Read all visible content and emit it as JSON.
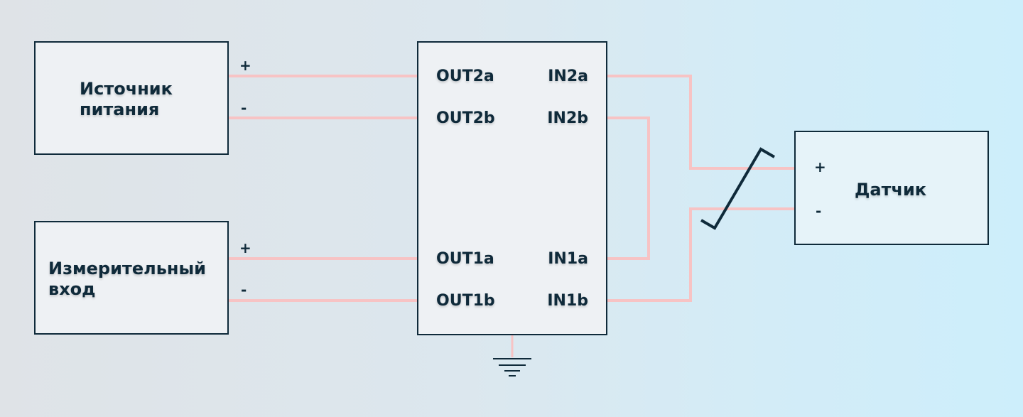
{
  "colors": {
    "wire": "#f7c3c4",
    "stroke": "#0f2a3a"
  },
  "power_source": {
    "label": "Источник\nпитания",
    "plus": "+",
    "minus": "-"
  },
  "measuring_input": {
    "label": "Измерительный\nвход",
    "plus": "+",
    "minus": "-"
  },
  "sensor": {
    "label": "Датчик",
    "plus": "+",
    "minus": "-"
  },
  "module": {
    "out2a": "OUT2a",
    "out2b": "OUT2b",
    "out1a": "OUT1a",
    "out1b": "OUT1b",
    "in2a": "IN2a",
    "in2b": "IN2b",
    "in1a": "IN1a",
    "in1b": "IN1b"
  }
}
